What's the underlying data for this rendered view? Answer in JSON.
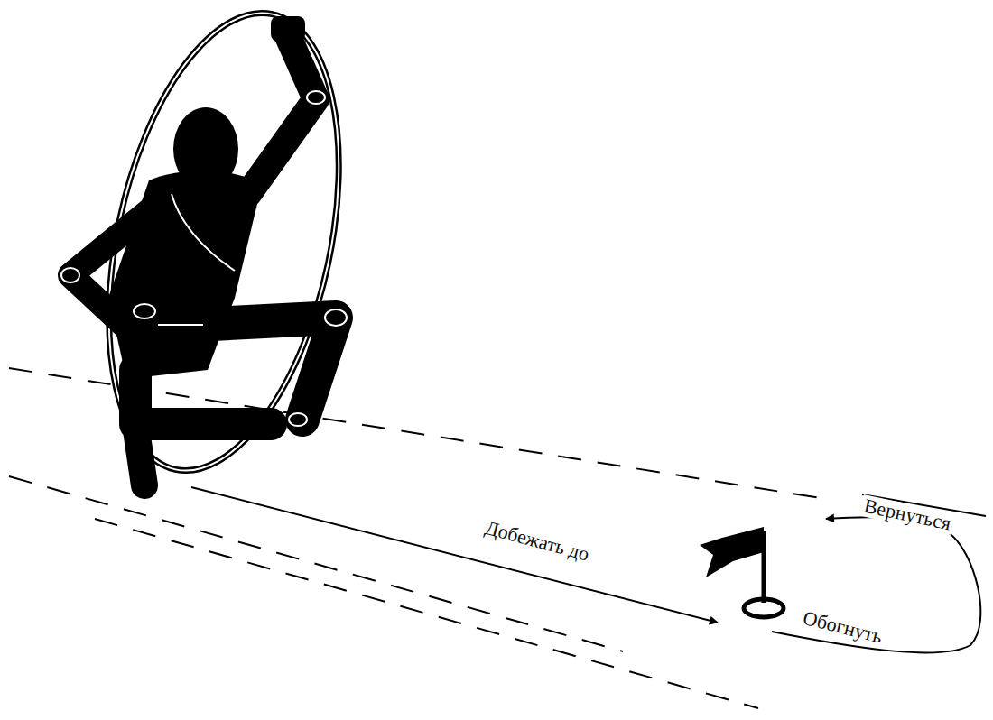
{
  "diagram": {
    "labels": [
      "Добежать до",
      "Обогнуть",
      "Вернуться"
    ]
  }
}
